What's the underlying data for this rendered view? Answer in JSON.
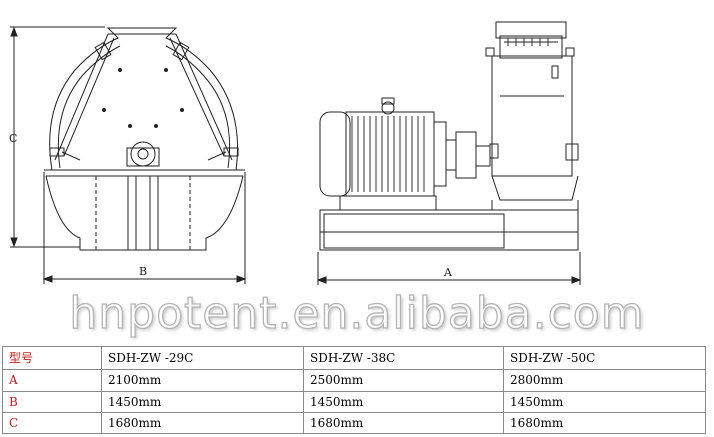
{
  "drawing": {
    "dimension_labels": {
      "c": "C",
      "b": "B",
      "a": "A"
    }
  },
  "watermark": "hnpotent.en.alibaba.com",
  "table": {
    "header": [
      "型号",
      "SDH-ZW -29C",
      "SDH-ZW -38C",
      "SDH-ZW -50C"
    ],
    "rows": [
      {
        "label": "A",
        "values": [
          "2100mm",
          "2500mm",
          "2800mm"
        ]
      },
      {
        "label": "B",
        "values": [
          "1450mm",
          "1450mm",
          "1450mm"
        ]
      },
      {
        "label": "C",
        "values": [
          "1680mm",
          "1680mm",
          "1680mm"
        ]
      }
    ]
  }
}
